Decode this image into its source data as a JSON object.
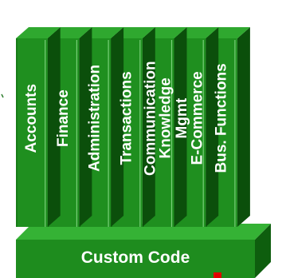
{
  "columns": [
    {
      "lines": [
        "Accounts"
      ]
    },
    {
      "lines": [
        "Finance"
      ]
    },
    {
      "lines": [
        "Administration"
      ]
    },
    {
      "lines": [
        "Transactions"
      ]
    },
    {
      "lines": [
        "Communication",
        "Knowledge"
      ]
    },
    {
      "lines": [
        "Mgmt",
        "E-Commerce"
      ]
    },
    {
      "lines": [
        "Bus. Functions"
      ]
    }
  ],
  "base": {
    "label": "Custom Code"
  },
  "colors": {
    "face": "#1f8f1f",
    "side": "#0b4f0b",
    "top": "#2fa82f",
    "highlight": "#8fe08f",
    "base_front": "#1e8c1e",
    "base_top": "#35b235",
    "base_side": "#0e5e0e",
    "marker": "#e00000",
    "stray": "#2e7d2e"
  }
}
